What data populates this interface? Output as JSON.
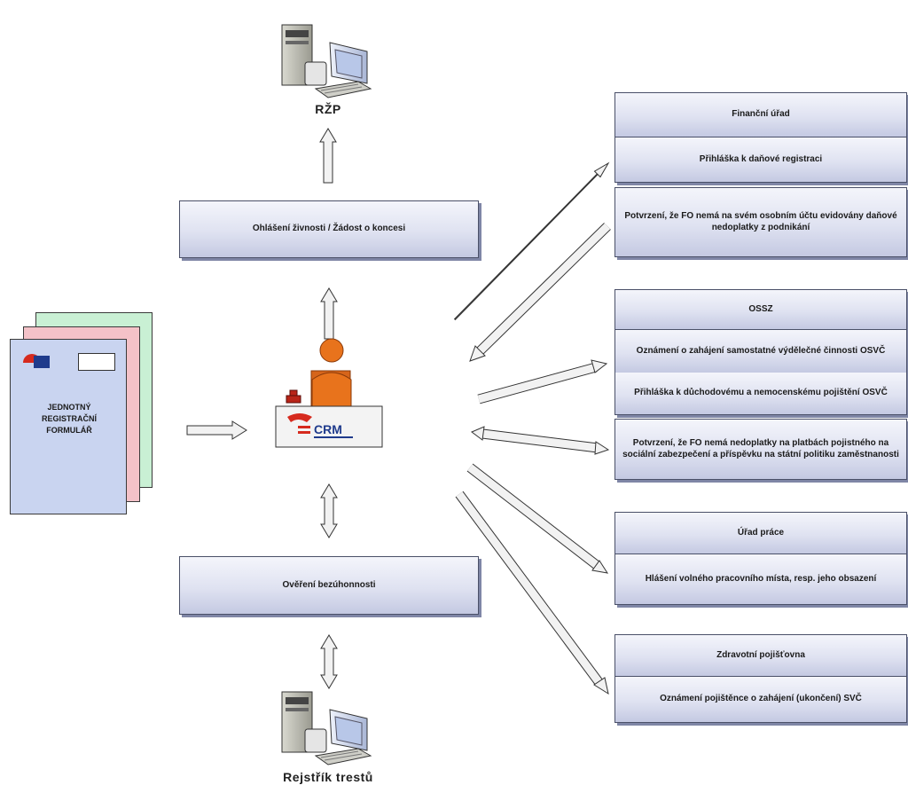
{
  "top_server": {
    "label": "RŽP"
  },
  "bottom_server": {
    "label": "Rejstřík trestů"
  },
  "center_office": {
    "logo_text": "CRM"
  },
  "registration_form": {
    "title_lines": [
      "JEDNOTNÝ",
      "REGISTRAČNÍ",
      "FORMULÁŘ"
    ]
  },
  "left_boxes": {
    "trade_notification": "Ohlášení živnosti / Žádost o koncesi",
    "integrity_check": "Ověření bezúhonnosti"
  },
  "offices": {
    "financni_urad": {
      "header": "Finanční úřad",
      "item": "Přihláška k daňové registraci",
      "confirmation": "Potvrzení, že FO nemá na svém osobním účtu evidovány daňové nedoplatky z podnikání"
    },
    "ossz": {
      "header": "OSSZ",
      "item1": "Oznámení o zahájení samostatné výdělečné činnosti OSVČ",
      "item2": "Přihláška k důchodovému a nemocenskému pojištění OSVČ",
      "confirmation": "Potvrzení, že FO nemá nedoplatky na platbách pojistného na sociální zabezpečení a příspěvku na státní politiku zaměstnanosti"
    },
    "urad_prace": {
      "header": "Úřad práce",
      "item": "Hlášení volného pracovního místa, resp. jeho obsazení"
    },
    "zdravotni_pojistovna": {
      "header": "Zdravotní pojišťovna",
      "item": "Oznámení pojištěnce o zahájení (ukončení) SVČ"
    }
  },
  "colors": {
    "box_border": "#4a5068",
    "box_shadow": "#7f86a6",
    "page_blue": "#c9d4f0",
    "page_red": "#f4c2c8",
    "page_green": "#c9f0d4",
    "figure_orange": "#e8731c",
    "logo_red": "#d62a1e",
    "logo_blue": "#1f3b8c"
  }
}
